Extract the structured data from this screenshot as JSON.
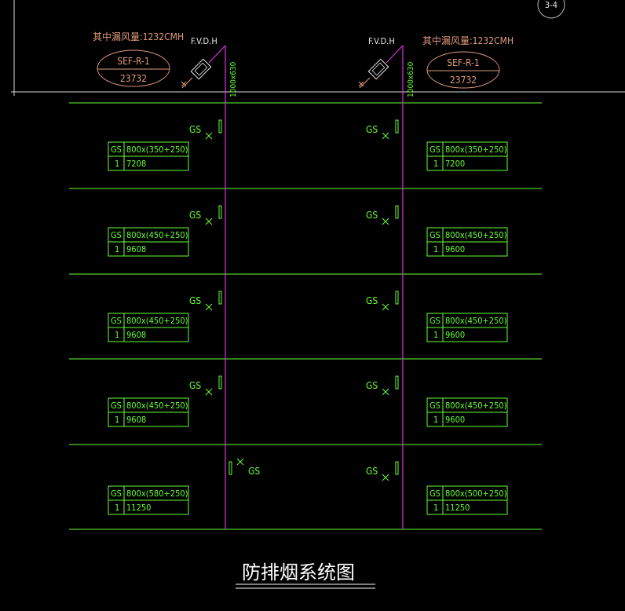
{
  "title": "防排烟系统图",
  "grid_bubble": "3-4",
  "fans": [
    {
      "id": "left",
      "leak_label": "其中漏风量:1232CMH",
      "name": "SEF-R-1",
      "flow": "23732",
      "damper_label": "F.V.D.H",
      "duct_size": "1000x630"
    },
    {
      "id": "right",
      "leak_label": "其中漏风量:1232CMH",
      "name": "SEF-R-1",
      "flow": "23732",
      "damper_label": "F.V.D.H",
      "duct_size": "1000x630"
    }
  ],
  "floors": [
    {
      "left": {
        "gs_label": "GS",
        "head": "GS",
        "spec": "800x(350+250)",
        "qty": "1",
        "flow": "7208"
      },
      "right": {
        "gs_label": "GS",
        "head": "GS",
        "spec": "800x(350+250)",
        "qty": "1",
        "flow": "7200"
      }
    },
    {
      "left": {
        "gs_label": "GS",
        "head": "GS",
        "spec": "800x(450+250)",
        "qty": "1",
        "flow": "9608"
      },
      "right": {
        "gs_label": "GS",
        "head": "GS",
        "spec": "800x(450+250)",
        "qty": "1",
        "flow": "9600"
      }
    },
    {
      "left": {
        "gs_label": "GS",
        "head": "GS",
        "spec": "800x(450+250)",
        "qty": "1",
        "flow": "9608"
      },
      "right": {
        "gs_label": "GS",
        "head": "GS",
        "spec": "800x(450+250)",
        "qty": "1",
        "flow": "9600"
      }
    },
    {
      "left": {
        "gs_label": "GS",
        "head": "GS",
        "spec": "800x(450+250)",
        "qty": "1",
        "flow": "9608"
      },
      "right": {
        "gs_label": "GS",
        "head": "GS",
        "spec": "800x(450+250)",
        "qty": "1",
        "flow": "9600"
      }
    },
    {
      "left": {
        "gs_label": "GS",
        "head": "GS",
        "spec": "800x(580+250)",
        "qty": "1",
        "flow": "11250"
      },
      "right": {
        "gs_label": "GS",
        "head": "GS",
        "spec": "800x(500+250)",
        "qty": "1",
        "flow": "11250"
      }
    }
  ],
  "colors": {
    "floor_line": "#66ff33",
    "riser": "#dd33dd",
    "roof_line": "#d8d8d8",
    "fan_ellipse": "#e09a7a",
    "text": "#66ff33"
  }
}
